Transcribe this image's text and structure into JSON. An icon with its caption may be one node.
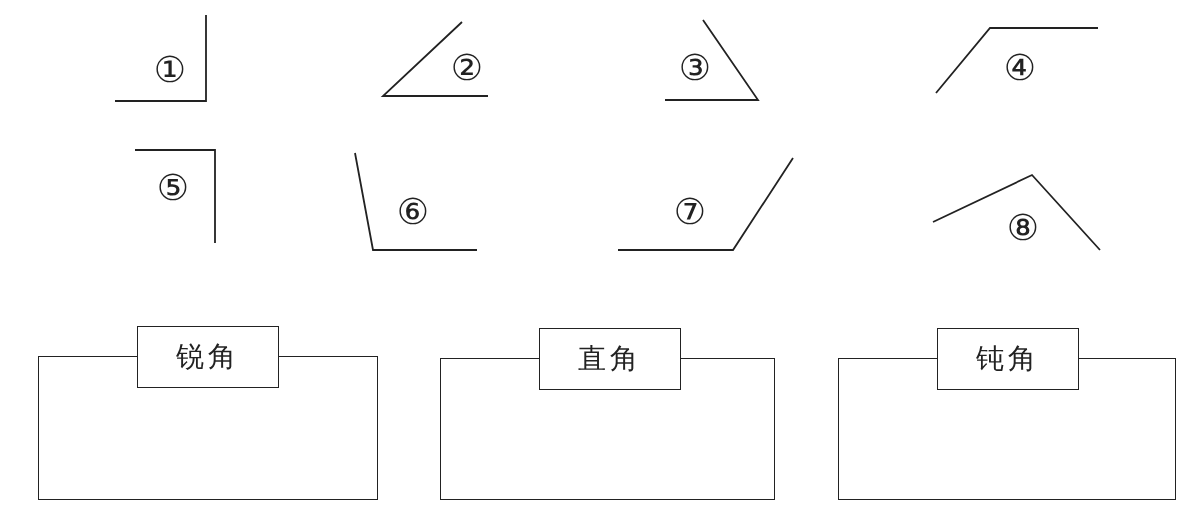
{
  "diagram": {
    "nodes": [
      {
        "text": [
          "锐角"
        ]
      },
      {
        "text": [
          "直角"
        ]
      },
      {
        "text": [
          "钝角"
        ]
      }
    ],
    "labels": [
      "①",
      "②",
      "③",
      "④",
      "⑤",
      "⑥",
      "⑦",
      "⑧"
    ]
  }
}
